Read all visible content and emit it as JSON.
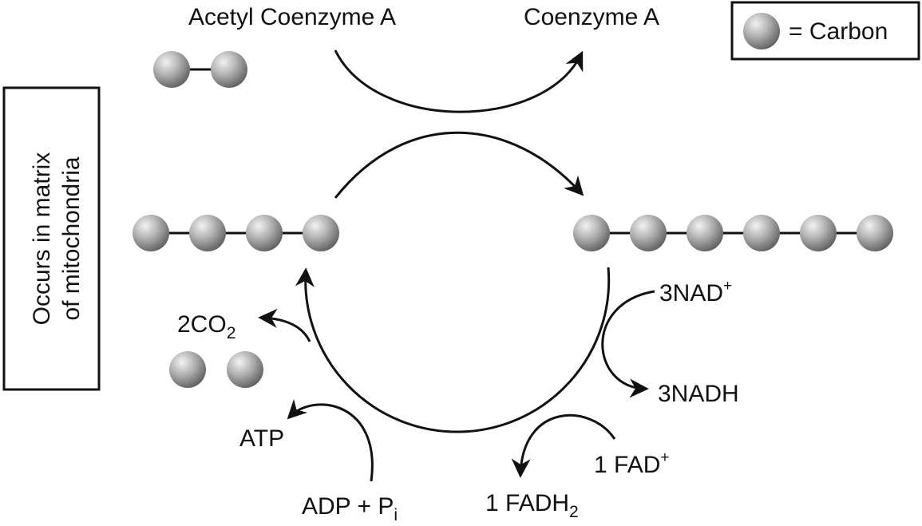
{
  "labels": {
    "acetyl_coa": "Acetyl Coenzyme A",
    "coa": "Coenzyme A",
    "legend": "= Carbon",
    "side_line1": "Occurs in matrix",
    "side_line2": "of mitochondria",
    "co2": {
      "base": "2CO",
      "sub": "2"
    },
    "nad": {
      "base": "3NAD",
      "sup": "+"
    },
    "nadh": "3NADH",
    "fad": {
      "base": "1 FAD",
      "sup": "+"
    },
    "fadh": {
      "base": "1 FADH",
      "sub": "2"
    },
    "atp": "ATP",
    "adp": {
      "base": "ADP + P",
      "sub": "i"
    }
  },
  "molecules": {
    "acetyl_group_carbons": 2,
    "oxaloacetate_carbons": 4,
    "citrate_carbons": 6,
    "released_co2_carbons": 2
  },
  "colors": {
    "ink": "#111111",
    "carbon_light": "#d8d8d8",
    "carbon_dark": "#6a6a6a"
  }
}
